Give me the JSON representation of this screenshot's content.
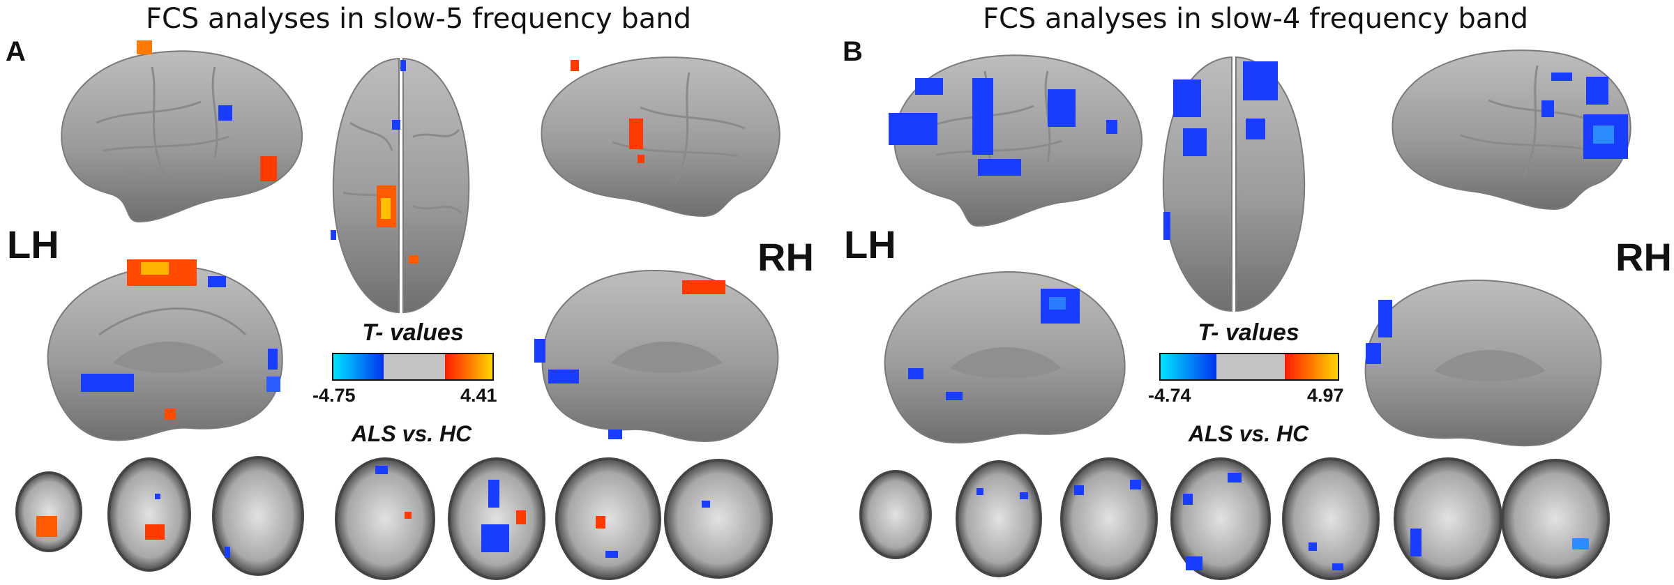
{
  "panels": [
    {
      "letter": "A",
      "title": "FCS analyses in slow-5 frequency band",
      "left_label": "LH",
      "right_label": "RH",
      "colorbar": {
        "title": "T- values",
        "min": "-4.75",
        "max": "4.41",
        "neg_colors": [
          "#00e5ff",
          "#0033ee"
        ],
        "pos_colors": [
          "#ff1a00",
          "#ffe000"
        ],
        "mid_color": "#c4c4c4"
      },
      "comparison": "ALS vs. HC"
    },
    {
      "letter": "B",
      "title": "FCS analyses in slow-4 frequency band",
      "left_label": "LH",
      "right_label": "RH",
      "colorbar": {
        "title": "T- values",
        "min": "-4.74",
        "max": "4.97",
        "neg_colors": [
          "#00e5ff",
          "#0033ee"
        ],
        "pos_colors": [
          "#ff1a00",
          "#ffe000"
        ],
        "mid_color": "#c4c4c4"
      },
      "comparison": "ALS vs. HC"
    }
  ]
}
